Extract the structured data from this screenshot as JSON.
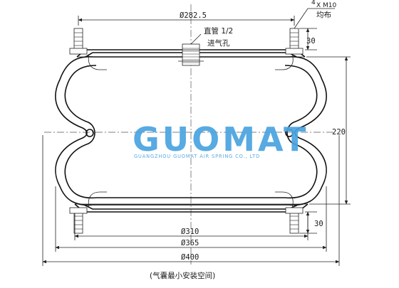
{
  "drawing": {
    "dims": {
      "top_diameter": "Ø282.5",
      "stud_spec_count": "4",
      "stud_spec": "X M10",
      "stud_distribution": "均布",
      "air_inlet_line1": "直管 1/2",
      "air_inlet_line2": "进气孔",
      "top_stud_height": "30",
      "bottom_stud_height": "30",
      "height": "220",
      "plate_diameter": "Ø310",
      "bellow_diameter": "Ø365",
      "max_diameter": "Ø400",
      "footnote": "(气囊最小安装空间)"
    },
    "logo": {
      "name": "GUOMAT",
      "tagline": "GUANGZHOU GUOMAT AIR SPRING CO., LTD",
      "color": "#49a3e0"
    }
  }
}
